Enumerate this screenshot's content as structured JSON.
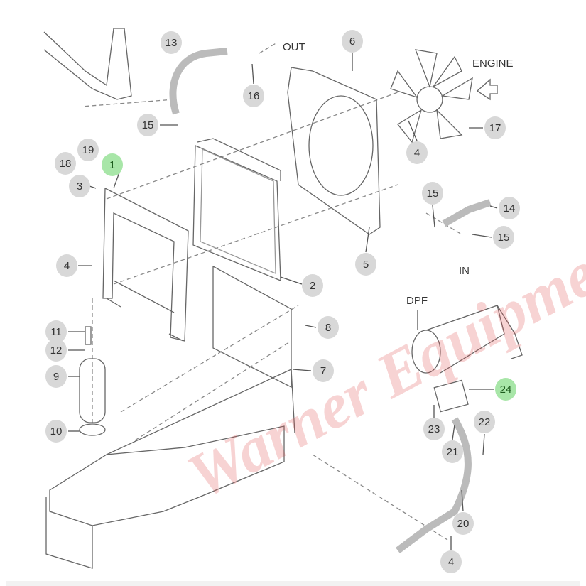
{
  "diagram": {
    "callouts": [
      "1",
      "3",
      "4",
      "11",
      "12",
      "9",
      "10",
      "18",
      "19",
      "13",
      "15",
      "16",
      "6",
      "17",
      "4",
      "15",
      "14",
      "15",
      "5",
      "2",
      "8",
      "7",
      "24",
      "23",
      "22",
      "21",
      "20",
      "4"
    ],
    "labels": {
      "out": "OUT",
      "engine": "ENGINE",
      "in": "IN",
      "dpf": "DPF"
    },
    "watermark": "Warner Equipment",
    "colors": {
      "callout": "#d8d8d8",
      "highlight": "#a8e6a8",
      "line": "#555555",
      "watermark": "#e05050"
    }
  }
}
